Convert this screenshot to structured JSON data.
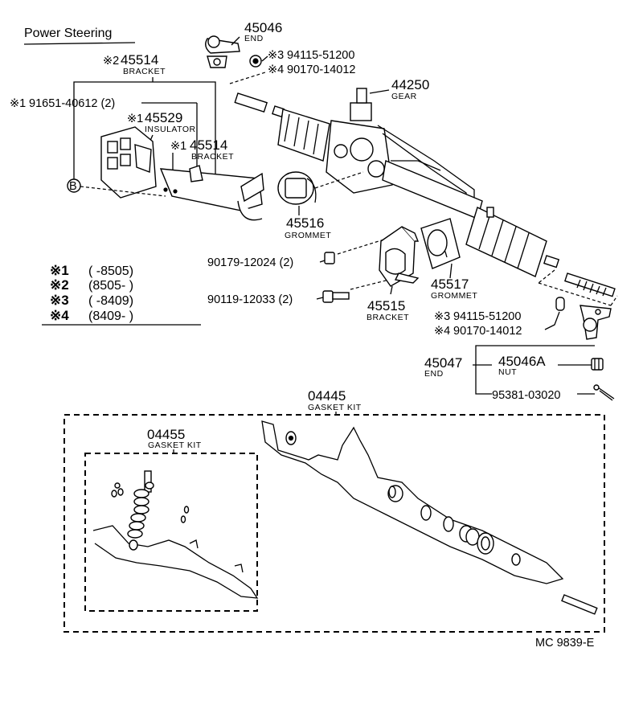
{
  "title": "Power Steering",
  "footer_code": "MC 9839-E",
  "legend": [
    {
      "mark": "※1",
      "range": "(        -8505)"
    },
    {
      "mark": "※2",
      "range": "(8505-        )"
    },
    {
      "mark": "※3",
      "range": "(        -8409)"
    },
    {
      "mark": "※4",
      "range": "(8409-        )"
    }
  ],
  "callouts": {
    "end_top": {
      "number": "45046",
      "caption": "END"
    },
    "bracket_top": {
      "mark": "※2",
      "number": "45514",
      "caption": "BRACKET"
    },
    "nut_top_3": {
      "mark": "※3",
      "number": "94115-51200"
    },
    "nut_top_4": {
      "mark": "※4",
      "number": "90170-14012"
    },
    "gear": {
      "number": "44250",
      "caption": "GEAR"
    },
    "bolt_left": {
      "mark": "※1",
      "number": "91651-40612 (2)"
    },
    "insulator": {
      "mark": "※1",
      "number": "45529",
      "caption": "INSULATOR"
    },
    "bracket_mid": {
      "mark": "※1",
      "number": "45514",
      "caption": "BRACKET"
    },
    "ref_b": {
      "label": "B"
    },
    "grommet_left": {
      "number": "45516",
      "caption": "GROMMET"
    },
    "bolt_a": {
      "number": "90179-12024 (2)"
    },
    "bolt_b": {
      "number": "90119-12033 (2)"
    },
    "bracket_low": {
      "number": "45515",
      "caption": "BRACKET"
    },
    "grommet_right": {
      "number": "45517",
      "caption": "GROMMET"
    },
    "nut_right_3": {
      "mark": "※3",
      "number": "94115-51200"
    },
    "nut_right_4": {
      "mark": "※4",
      "number": "90170-14012"
    },
    "end_right": {
      "number": "45047",
      "caption": "END"
    },
    "nut_right": {
      "number": "45046A",
      "caption": "NUT"
    },
    "pin": {
      "number": "95381-03020"
    },
    "gasket_kit_outer": {
      "number": "04445",
      "caption": "GASKET KIT"
    },
    "gasket_kit_inner": {
      "number": "04455",
      "caption": "GASKET KIT"
    }
  }
}
